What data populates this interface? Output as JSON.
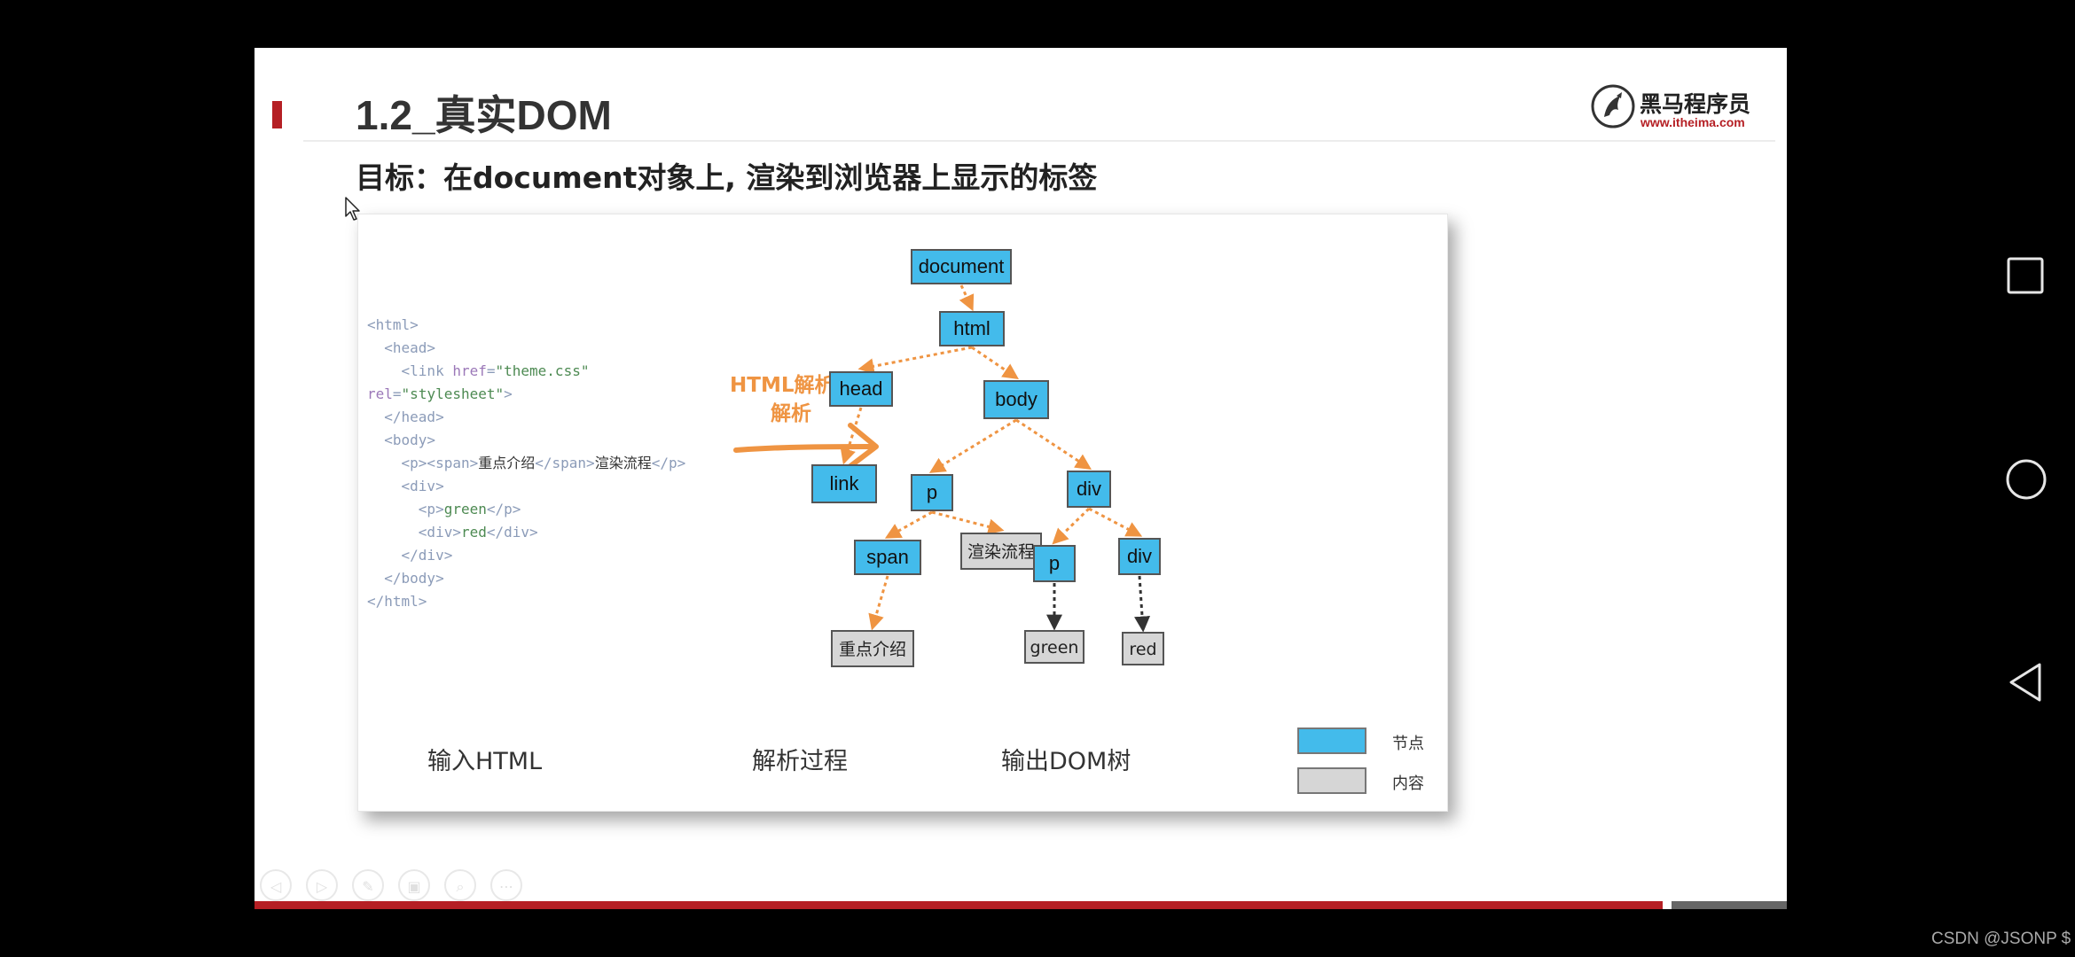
{
  "slide": {
    "title": "1.2_真实DOM",
    "goal": "目标：在document对象上, 渲染到浏览器上显示的标签",
    "logo": {
      "name": "黑马程序员",
      "url": "www.itheima.com"
    }
  },
  "code_lines": [
    [
      {
        "t": "<html>",
        "c": "tag"
      }
    ],
    [
      {
        "t": "  <head>",
        "c": "tag"
      }
    ],
    [
      {
        "t": "    <link ",
        "c": "tag"
      },
      {
        "t": "href",
        "c": "attr"
      },
      {
        "t": "=",
        "c": "tag"
      },
      {
        "t": "\"theme.css\"",
        "c": "str"
      }
    ],
    [
      {
        "t": "rel",
        "c": "attr"
      },
      {
        "t": "=",
        "c": "tag"
      },
      {
        "t": "\"stylesheet\"",
        "c": "str"
      },
      {
        "t": ">",
        "c": "tag"
      }
    ],
    [
      {
        "t": "  </head>",
        "c": "tag"
      }
    ],
    [
      {
        "t": "  <body>",
        "c": "tag"
      }
    ],
    [
      {
        "t": "    <p><span>",
        "c": "tag"
      },
      {
        "t": "重点介绍",
        "c": "txt"
      },
      {
        "t": "</span>",
        "c": "tag"
      },
      {
        "t": "渲染流程",
        "c": "txt"
      },
      {
        "t": "</p>",
        "c": "tag"
      }
    ],
    [
      {
        "t": "    <div>",
        "c": "tag"
      }
    ],
    [
      {
        "t": "      <p>",
        "c": "tag"
      },
      {
        "t": "green",
        "c": "str"
      },
      {
        "t": "</p>",
        "c": "tag"
      }
    ],
    [
      {
        "t": "      <div>",
        "c": "tag"
      },
      {
        "t": "red",
        "c": "str"
      },
      {
        "t": "</div>",
        "c": "tag"
      }
    ],
    [
      {
        "t": "    </div>",
        "c": "tag"
      }
    ],
    [
      {
        "t": "  </body>",
        "c": "tag"
      }
    ],
    [
      {
        "t": "</html>",
        "c": "tag"
      }
    ]
  ],
  "parser_label": {
    "line1": "HTML解析器",
    "line2": "解析"
  },
  "tree": {
    "nodes": [
      {
        "id": "document",
        "label": "document",
        "kind": "node"
      },
      {
        "id": "html",
        "label": "html",
        "kind": "node"
      },
      {
        "id": "head",
        "label": "head",
        "kind": "node"
      },
      {
        "id": "body",
        "label": "body",
        "kind": "node"
      },
      {
        "id": "link",
        "label": "link",
        "kind": "node"
      },
      {
        "id": "p1",
        "label": "p",
        "kind": "node"
      },
      {
        "id": "div1",
        "label": "div",
        "kind": "node"
      },
      {
        "id": "span",
        "label": "span",
        "kind": "node"
      },
      {
        "id": "text-render",
        "label": "渲染流程",
        "kind": "content"
      },
      {
        "id": "p2",
        "label": "p",
        "kind": "node"
      },
      {
        "id": "div2",
        "label": "div",
        "kind": "node"
      },
      {
        "id": "text-intro",
        "label": "重点介绍",
        "kind": "content"
      },
      {
        "id": "text-green",
        "label": "green",
        "kind": "content"
      },
      {
        "id": "text-red",
        "label": "red",
        "kind": "content"
      }
    ],
    "edges": [
      [
        "document",
        "html"
      ],
      [
        "html",
        "head"
      ],
      [
        "html",
        "body"
      ],
      [
        "head",
        "link"
      ],
      [
        "body",
        "p1"
      ],
      [
        "body",
        "div1"
      ],
      [
        "p1",
        "span"
      ],
      [
        "p1",
        "text-render"
      ],
      [
        "div1",
        "p2"
      ],
      [
        "div1",
        "div2"
      ],
      [
        "span",
        "text-intro"
      ],
      [
        "p2",
        "text-green"
      ],
      [
        "div2",
        "text-red"
      ]
    ]
  },
  "bottom_labels": {
    "input": "输入HTML",
    "process": "解析过程",
    "output": "输出DOM树"
  },
  "legend": {
    "node": "节点",
    "content": "内容"
  },
  "colors": {
    "node_fill": "#43bbeb",
    "content_fill": "#d6d6d6",
    "edge": "#ef9442",
    "edge_content": "#333333",
    "brand": "#b51f24"
  },
  "player": {
    "controls": [
      {
        "name": "previous-icon",
        "glyph": "◁"
      },
      {
        "name": "next-icon",
        "glyph": "▷"
      },
      {
        "name": "pen-icon",
        "glyph": "✎"
      },
      {
        "name": "slides-icon",
        "glyph": "▣"
      },
      {
        "name": "zoom-icon",
        "glyph": "⌕"
      },
      {
        "name": "more-icon",
        "glyph": "⋯"
      }
    ],
    "progress": 0.919
  },
  "nav": {
    "icons": [
      "recents-square-icon",
      "home-circle-icon",
      "back-triangle-icon"
    ]
  },
  "watermark": "CSDN @JSONP $"
}
